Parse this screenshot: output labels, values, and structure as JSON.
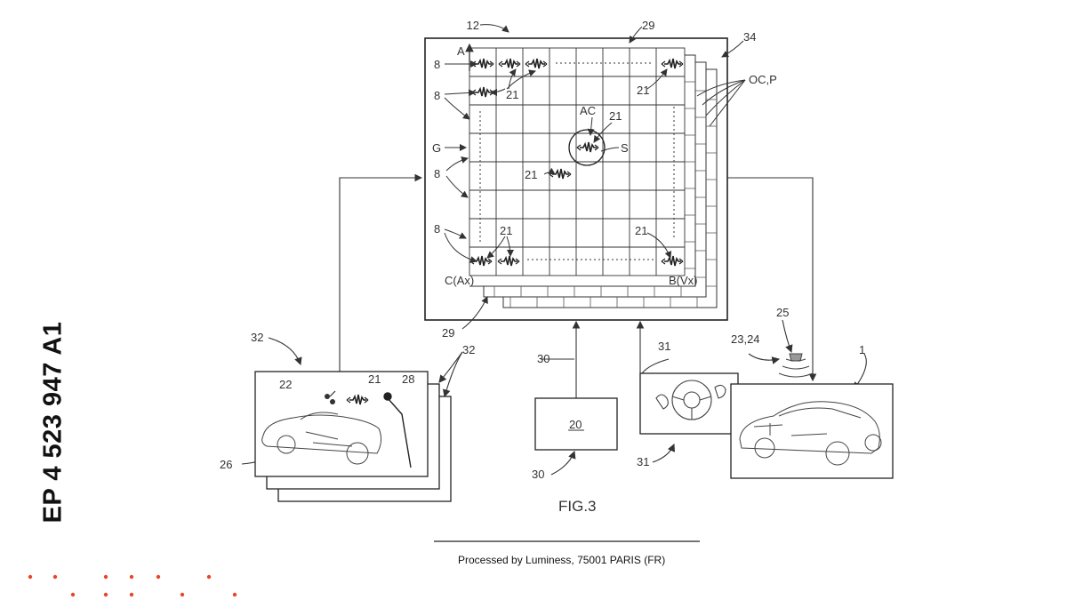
{
  "patent_number": "EP 4 523 947 A1",
  "figure_label": "FIG.3",
  "footer": "Processed by Luminess, 75001 PARIS (FR)",
  "accent_color": "#e8452c",
  "labels": {
    "l12": "12",
    "l29_top": "29",
    "l34": "34",
    "lA": "A",
    "lOCP": "OC,P",
    "l8_a": "8",
    "l8_b": "8",
    "l8_c": "8",
    "l8_d": "8",
    "lG": "G",
    "l21_a": "21",
    "l21_b": "21",
    "l21_c": "21",
    "l21_d": "21",
    "l21_e": "21",
    "l21_f": "21",
    "lAC": "AC",
    "lS": "S",
    "lC": "C(Ax)",
    "lB": "B(Vx)",
    "l29_bot": "29",
    "l32_a": "32",
    "l32_b": "32",
    "l22": "22",
    "l21_g": "21",
    "l28": "28",
    "l26": "26",
    "l30_a": "30",
    "l20": "20",
    "l30_b": "30",
    "l31_a": "31",
    "l31_b": "31",
    "l2324": "23,24",
    "l25": "25",
    "l1": "1"
  }
}
